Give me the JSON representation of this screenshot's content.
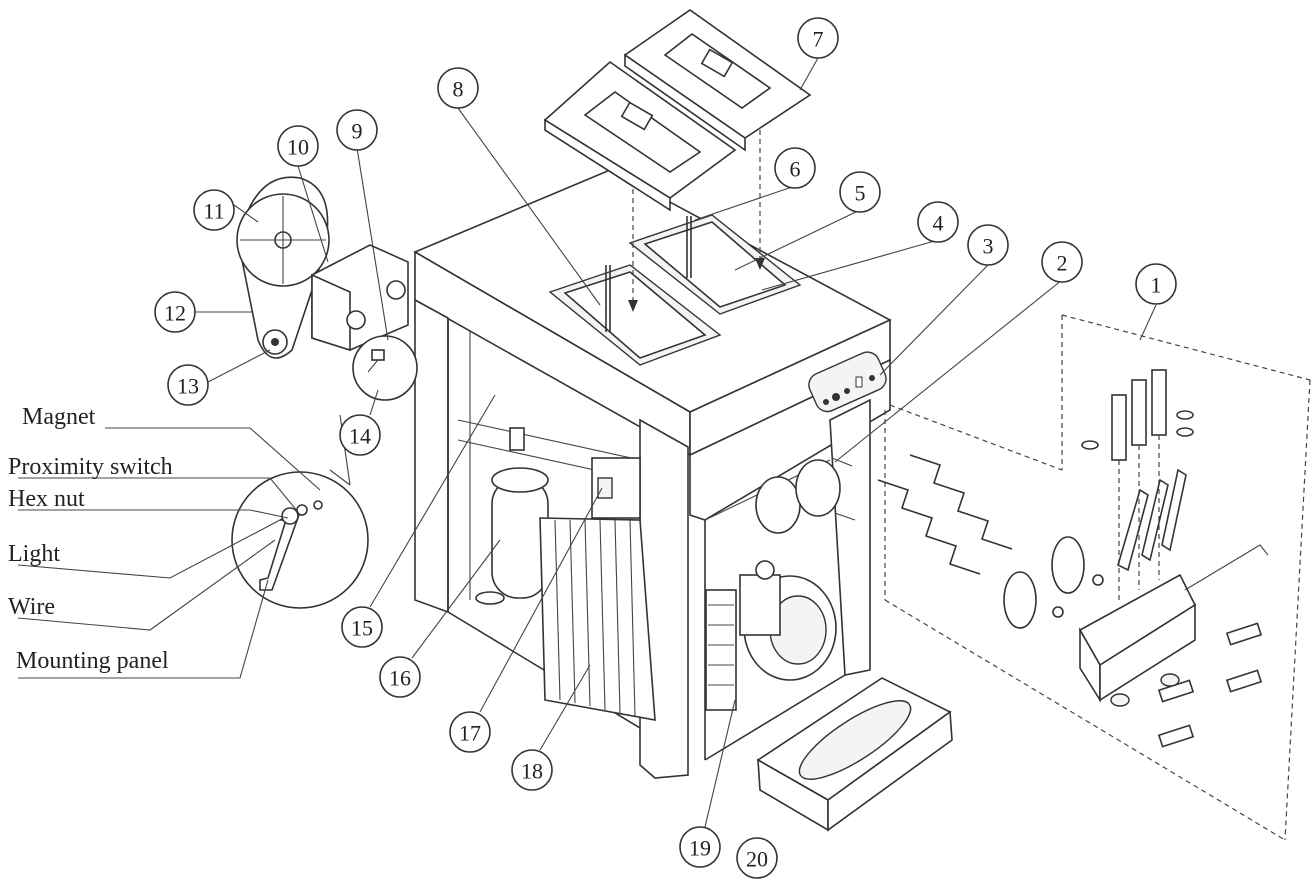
{
  "callouts": {
    "magnet": "Magnet",
    "proximity_switch": "Proximity switch",
    "hex_nut": "Hex nut",
    "light": "Light",
    "wire": "Wire",
    "mounting_panel": "Mounting panel"
  },
  "part_numbers": [
    "1",
    "2",
    "3",
    "4",
    "5",
    "6",
    "7",
    "8",
    "9",
    "10",
    "11",
    "12",
    "13",
    "14",
    "15",
    "16",
    "17",
    "18",
    "19",
    "20"
  ]
}
